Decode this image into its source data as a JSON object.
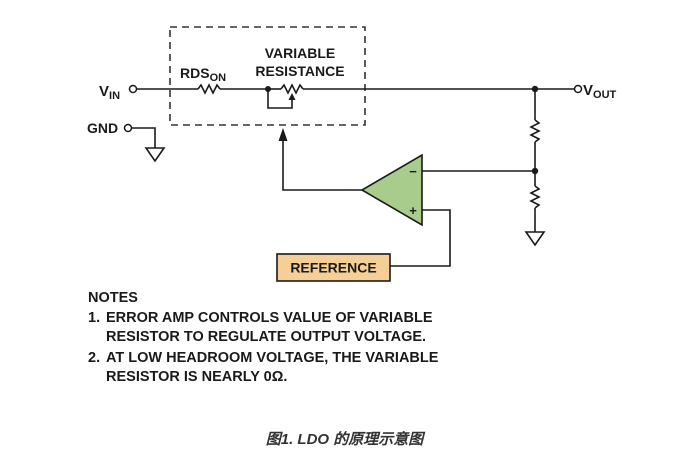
{
  "diagram": {
    "title": "LDO schematic",
    "labels": {
      "vin": "V",
      "vin_sub": "IN",
      "gnd": "GND",
      "vout": "V",
      "vout_sub": "OUT",
      "rds": "RDS",
      "rds_sub": "ON",
      "variable_line1": "VARIABLE",
      "variable_line2": "RESISTANCE",
      "reference": "REFERENCE",
      "opamp_minus": "−",
      "opamp_plus": "+"
    },
    "colors": {
      "wire": "#1a1a1a",
      "opamp_fill": "#a8cc8c",
      "reference_fill": "#f5cf96",
      "dashed_box": "#333333"
    }
  },
  "notes": {
    "title": "NOTES",
    "items": [
      {
        "num": "1.",
        "line1": "ERROR AMP CONTROLS VALUE OF VARIABLE",
        "line2": "RESISTOR TO REGULATE OUTPUT VOLTAGE."
      },
      {
        "num": "2.",
        "line1": "AT LOW HEADROOM VOLTAGE, THE VARIABLE",
        "line2": "RESISTOR IS NEARLY 0Ω."
      }
    ]
  },
  "caption": "图1. LDO 的原理示意图"
}
